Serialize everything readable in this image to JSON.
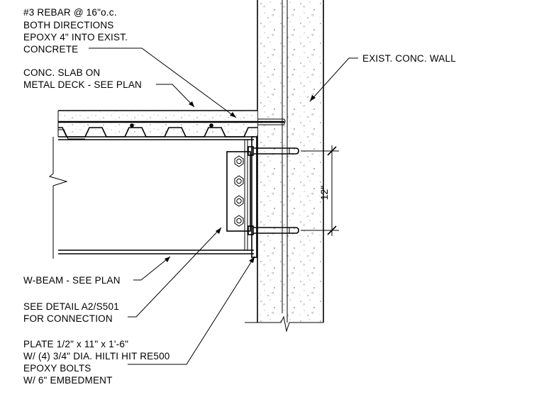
{
  "notes": {
    "rebar": [
      "#3 REBAR @ 16\"o.c.",
      "BOTH DIRECTIONS",
      "EPOXY 4\" INTO EXIST.",
      "CONCRETE"
    ],
    "slab": [
      "CONC. SLAB ON",
      "METAL DECK - SEE PLAN"
    ],
    "wall": [
      "EXIST. CONC. WALL"
    ],
    "beam": [
      "W-BEAM - SEE PLAN"
    ],
    "detail": [
      "SEE DETAIL A2/S501",
      "FOR CONNECTION"
    ],
    "plate": [
      "PLATE 1/2\" x 11\" x 1'-6\"",
      "W/ (4) 3/4\" DIA. HILTI HIT RE500",
      "EPOXY BOLTS",
      "W/ 6\" EMBEDMENT"
    ]
  },
  "dimension": {
    "bolt_spacing": "12\""
  }
}
